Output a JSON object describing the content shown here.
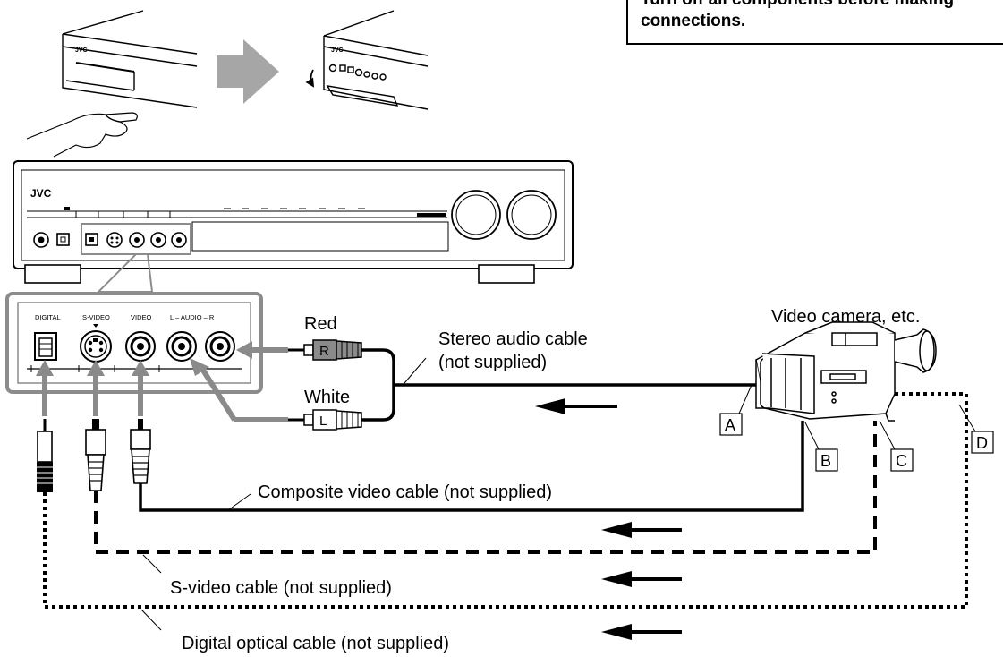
{
  "notice": {
    "line1": "Turn off all components before making",
    "line2": "connections."
  },
  "brand": "JVC",
  "panel_labels": {
    "digital": "DIGITAL",
    "svideo": "S-VIDEO",
    "video": "VIDEO",
    "audio": "L – AUDIO – R"
  },
  "plug_labels": {
    "red": "Red",
    "white": "White",
    "r": "R",
    "l": "L"
  },
  "device": "Video camera, etc.",
  "cables": {
    "stereo_line1": "Stereo audio cable",
    "stereo_line2": "(not supplied)",
    "composite": "Composite video cable (not supplied)",
    "svideo": "S-video cable (not supplied)",
    "optical": "Digital optical cable (not supplied)"
  },
  "terminals": {
    "a": "A",
    "b": "B",
    "c": "C",
    "d": "D"
  },
  "colors": {
    "line": "#000000",
    "panel_gray": "#8c8c8c",
    "arrow_gray": "#a6a6a6",
    "plug_gray": "#8a8a8a"
  }
}
